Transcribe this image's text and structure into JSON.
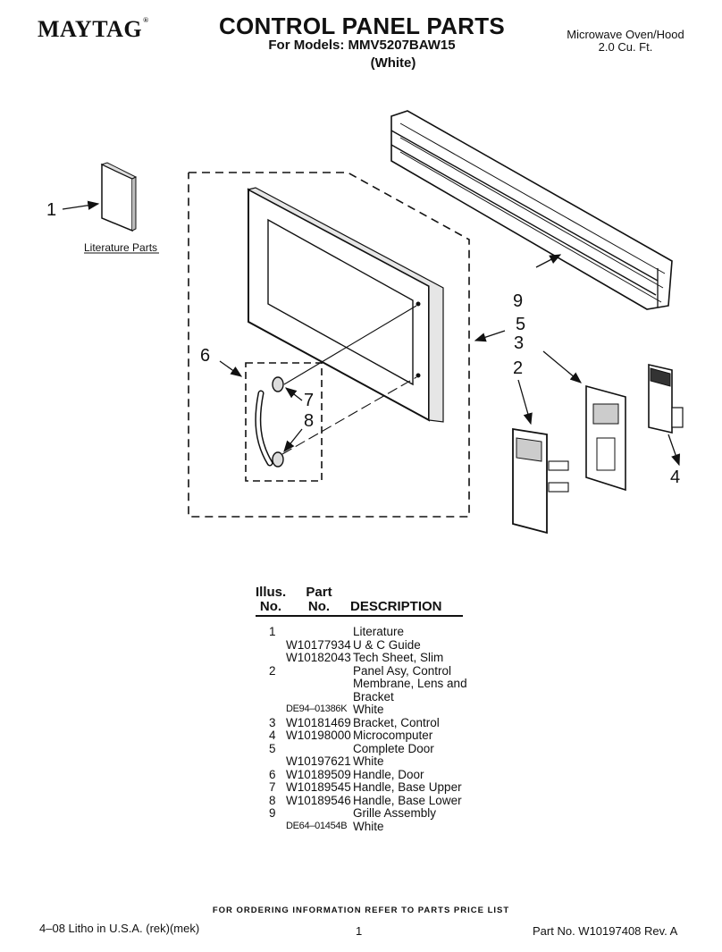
{
  "header": {
    "brand": "MAYTAG",
    "brand_mark": "®",
    "title": "CONTROL PANEL PARTS",
    "models": "For Models: MMV5207BAW15",
    "color": "(White)",
    "product_line1": "Microwave Oven/Hood",
    "product_line2": "2.0 Cu. Ft."
  },
  "diagram": {
    "callouts": [
      "1",
      "2",
      "3",
      "4",
      "5",
      "6",
      "7",
      "8",
      "9"
    ],
    "literature_label": "Literature Parts"
  },
  "table": {
    "headers": {
      "illus_line1": "Illus.",
      "illus_line2": "No.",
      "part_line1": "Part",
      "part_line2": "No.",
      "description": "DESCRIPTION"
    },
    "rows": [
      {
        "illus": "1",
        "part": "",
        "desc": "Literature"
      },
      {
        "illus": "",
        "part": "W10177934",
        "desc": "U & C Guide"
      },
      {
        "illus": "",
        "part": "W10182043",
        "desc": "Tech Sheet, Slim"
      },
      {
        "illus": "2",
        "part": "",
        "desc": "Panel Asy, Control"
      },
      {
        "illus": "",
        "part": "",
        "desc": "Membrane, Lens and"
      },
      {
        "illus": "",
        "part": "",
        "desc": "Bracket"
      },
      {
        "illus": "",
        "part": "DE94–01386K",
        "desc": "White"
      },
      {
        "illus": "3",
        "part": "W10181469",
        "desc": "Bracket, Control"
      },
      {
        "illus": "4",
        "part": "W10198000",
        "desc": "Microcomputer"
      },
      {
        "illus": "5",
        "part": "",
        "desc": "Complete Door"
      },
      {
        "illus": "",
        "part": "W10197621",
        "desc": "White"
      },
      {
        "illus": "6",
        "part": "W10189509",
        "desc": "Handle, Door"
      },
      {
        "illus": "7",
        "part": "W10189545",
        "desc": "Handle, Base Upper"
      },
      {
        "illus": "8",
        "part": "W10189546",
        "desc": "Handle, Base Lower"
      },
      {
        "illus": "9",
        "part": "",
        "desc": "Grille Assembly"
      },
      {
        "illus": "",
        "part": "DE64–01454B",
        "desc": "White"
      }
    ]
  },
  "footer": {
    "ordering": "FOR ORDERING INFORMATION REFER TO PARTS PRICE LIST",
    "litho": "4–08 Litho in U.S.A. (rek)(mek)",
    "page": "1",
    "part_no": "Part No. W10197408 Rev. A"
  }
}
